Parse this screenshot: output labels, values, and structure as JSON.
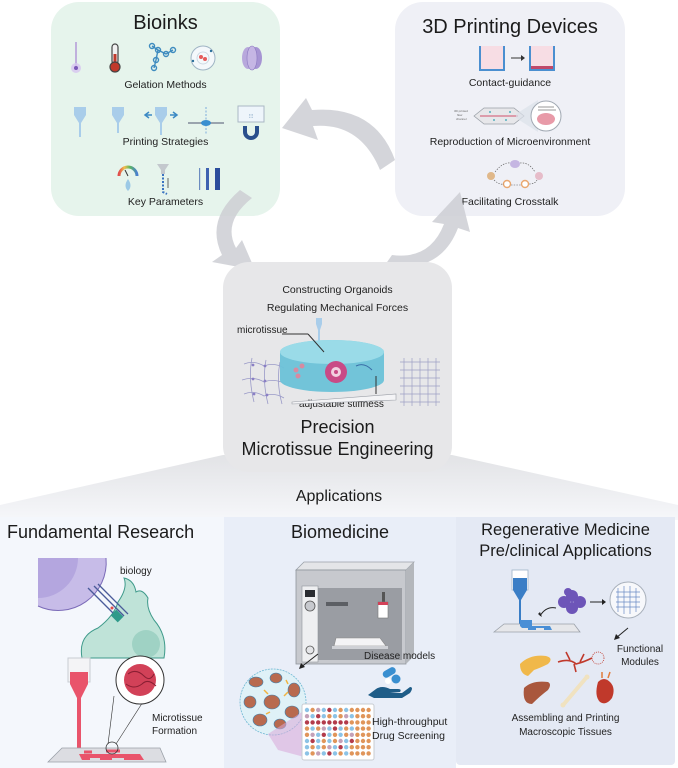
{
  "bioinks": {
    "title": "Bioinks",
    "gelation_label": "Gelation Methods",
    "gelation_icons": [
      "light-crosslink-icon",
      "thermometer-icon",
      "molecule-chain-icon",
      "ionic-atom-icon",
      "enzyme-protein-icon"
    ],
    "printing_label": "Printing Strategies",
    "printing_icons": [
      "extrusion-nozzle-icon",
      "nozzle-icon",
      "coaxial-nozzle-icon",
      "embedded-bath-icon",
      "magnetic-levitation-icon"
    ],
    "parameters_label": "Key Parameters",
    "parameter_icons": [
      "viscosity-gauge-icon",
      "filament-nozzle-icon",
      "resolution-bars-icon"
    ]
  },
  "devices": {
    "title": "3D Printing Devices",
    "contact_label": "Contact-guidance",
    "microenv_label": "Reproduction of Microenvironment",
    "flow_channel_caption": "3D printed flow channel",
    "crosstalk_label": "Facilitating Crosstalk"
  },
  "center": {
    "line1": "Constructing Organoids",
    "line2": "Regulating Mechanical Forces",
    "microtissue_label": "microtissue",
    "stiffness_label": "adjustable stiffness",
    "title_line1": "Precision",
    "title_line2": "Microtissue Engineering"
  },
  "applications": {
    "title": "Applications",
    "fundamental": {
      "title": "Fundamental Research",
      "biology_label": "biology",
      "formation_line1": "Microtissue",
      "formation_line2": "Formation"
    },
    "biomedicine": {
      "title": "Biomedicine",
      "disease_label": "Disease models",
      "screening_line1": "High-throughput",
      "screening_line2": "Drug Screening"
    },
    "regenerative": {
      "title_line1": "Regenerative Medicine",
      "title_line2": "Pre/clinical Applications",
      "functional_line1": "Functional",
      "functional_line2": "Modules",
      "assembling_line1": "Assembling and Printing",
      "assembling_line2": "Macroscopic Tissues"
    }
  },
  "colors": {
    "bioinks_bg": "#e6f4ec",
    "devices_bg": "#eff0f6",
    "center_bg": "#e7e7e9",
    "arrow_gray": "#c9cbd1",
    "panel_left": "#f4f7fc",
    "panel_mid": "#e9eef8",
    "panel_right": "#e4e9f4"
  }
}
